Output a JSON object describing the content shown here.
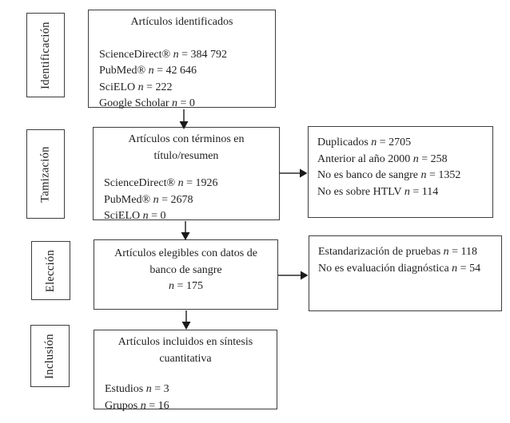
{
  "colors": {
    "background": "#ffffff",
    "border": "#3d3d3d",
    "text": "#1f1f1f"
  },
  "stages": [
    {
      "label": "Identificación"
    },
    {
      "label": "Tamización"
    },
    {
      "label": "Elección"
    },
    {
      "label": "Inclusión"
    }
  ],
  "boxes": {
    "identified": {
      "title_lines": [
        "Artículos identificados"
      ],
      "lines": [
        "ScienceDirect® *n* = 384 792",
        "PubMed® *n* = 42 646",
        "SciELO *n* = 222",
        "Google Scholar *n* = 0"
      ]
    },
    "screened": {
      "title_lines": [
        "Artículos con términos en",
        "título/resumen"
      ],
      "lines": [
        "ScienceDirect® *n* = 1926",
        "PubMed® *n* = 2678",
        "SciELO *n* = 0"
      ]
    },
    "eligible": {
      "title_lines": [
        "Artículos elegibles con datos de",
        "banco de sangre",
        "*n* = 175"
      ],
      "lines": []
    },
    "included": {
      "title_lines": [
        "Artículos incluidos en síntesis",
        "cuantitativa"
      ],
      "lines": [
        "Estudios *n* = 3",
        "Grupos *n* = 16"
      ]
    },
    "excluded_screening": {
      "lines": [
        "Duplicados *n* = 2705",
        "Anterior al año 2000 *n* = 258",
        "No es banco de sangre *n* = 1352",
        "No es sobre HTLV *n* = 114"
      ]
    },
    "excluded_eligibility": {
      "lines": [
        "Estandarización de pruebas *n* = 118",
        "No es evaluación diagnóstica *n* = 54"
      ]
    }
  }
}
